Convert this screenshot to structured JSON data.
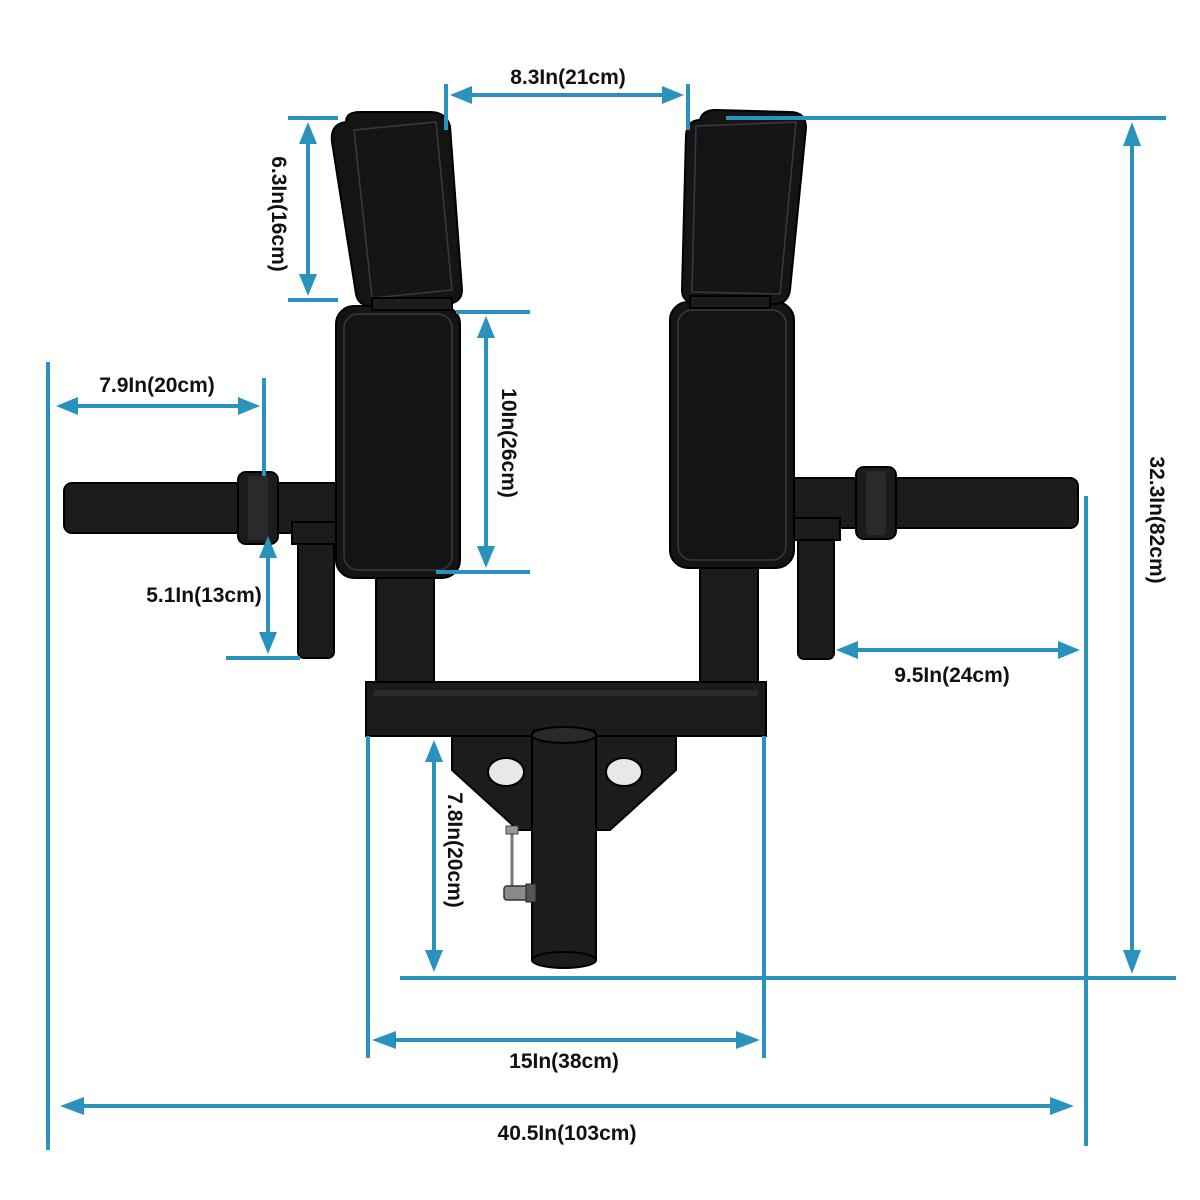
{
  "diagram": {
    "dimensions": {
      "pad_gap": "8.3In(21cm)",
      "upper_pad_height": "6.3In(16cm)",
      "lower_pad_height": "10In(26cm)",
      "handle_length": "7.9In(20cm)",
      "peg_drop": "5.1In(13cm)",
      "side_reach": "9.5In(24cm)",
      "post_length": "7.8In(20cm)",
      "frame_width": "15In(38cm)",
      "total_width": "40.5In(103cm)",
      "total_height": "32.3In(82cm)"
    },
    "colors": {
      "dimension_line": "#2a93bd",
      "product": "#1c1c1c",
      "label": "#111111"
    }
  }
}
